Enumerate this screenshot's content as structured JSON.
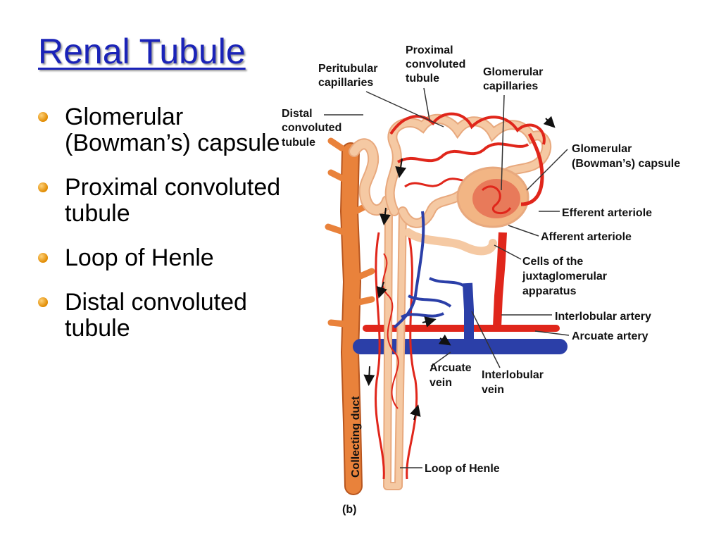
{
  "slide": {
    "title": "Renal Tubule",
    "bullets": [
      {
        "text": "Glomerular (Bowman’s) capsule"
      },
      {
        "text": "Proximal convoluted tubule"
      },
      {
        "text": "Loop of Henle"
      },
      {
        "text": "Distal convoluted tubule"
      }
    ]
  },
  "diagram": {
    "labels": {
      "peritubular": [
        "Peritubular",
        "capillaries"
      ],
      "proximal": [
        "Proximal",
        "convoluted",
        "tubule"
      ],
      "glomerular_cap": [
        "Glomerular",
        "capillaries"
      ],
      "distal": [
        "Distal",
        "convoluted",
        "tubule"
      ],
      "bowmans": [
        "Glomerular",
        "(Bowman’s) capsule"
      ],
      "efferent": "Efferent arteriole",
      "afferent": "Afferent arteriole",
      "jga": [
        "Cells of the",
        "juxtaglomerular",
        "apparatus"
      ],
      "interlobular_artery": "Interlobular artery",
      "arcuate_artery": "Arcuate artery",
      "arcuate_vein": [
        "Arcuate",
        "vein"
      ],
      "interlobular_vein": [
        "Interlobular",
        "vein"
      ],
      "collecting_duct": "Collecting duct",
      "loop": "Loop of Henle",
      "panel": "(b)"
    },
    "colors": {
      "artery": "#e0261b",
      "vein": "#2b3fa8",
      "tubule": "#f5c9a3",
      "duct": "#e9823b"
    }
  }
}
